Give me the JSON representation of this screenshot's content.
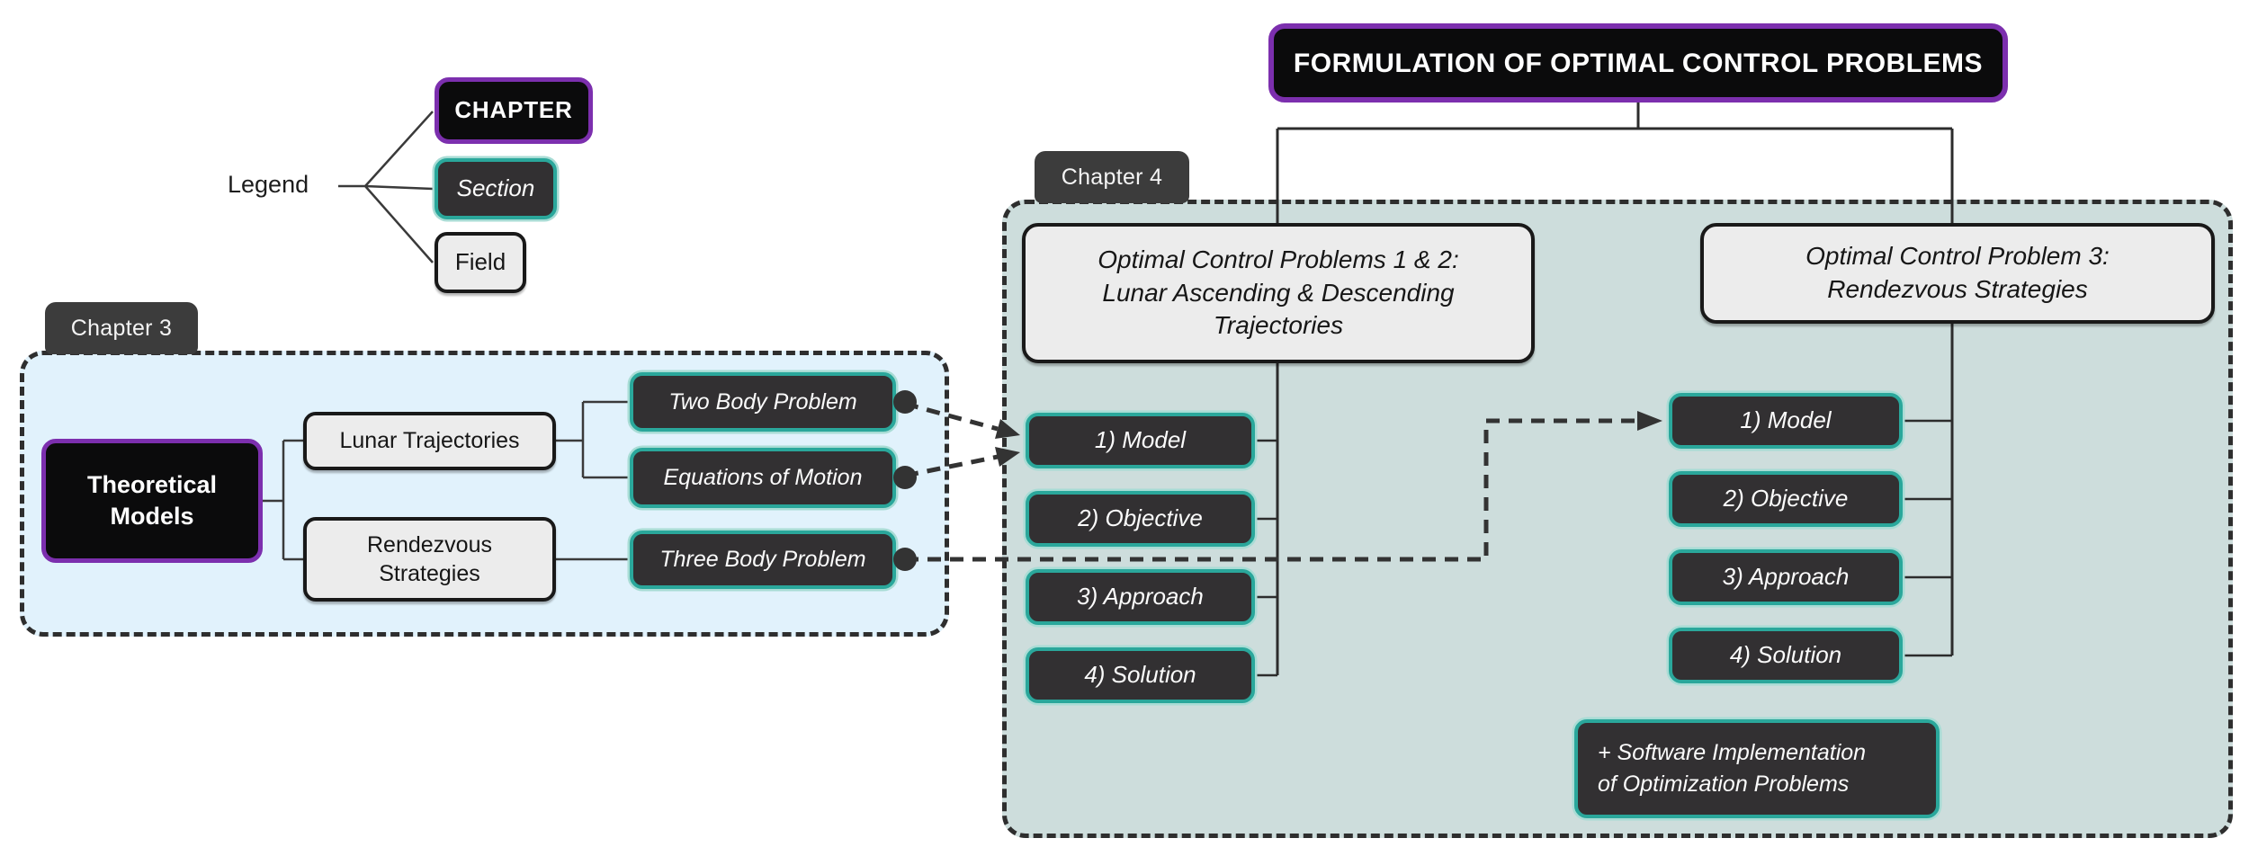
{
  "title": "FORMULATION OF OPTIMAL CONTROL PROBLEMS",
  "legend": {
    "label": "Legend",
    "chapter": "CHAPTER",
    "section": "Section",
    "field": "Field"
  },
  "chapter3": {
    "tab": "Chapter 3",
    "root": "Theoretical\nModels",
    "fields": [
      {
        "label": "Lunar Trajectories"
      },
      {
        "label": "Rendezvous\nStrategies"
      }
    ],
    "sections": [
      {
        "label": "Two Body Problem"
      },
      {
        "label": "Equations of Motion"
      },
      {
        "label": "Three Body Problem"
      }
    ]
  },
  "chapter4": {
    "tab": "Chapter 4",
    "sections": [
      {
        "label": "Optimal Control Problems 1 & 2:\nLunar Ascending & Descending\nTrajectories"
      },
      {
        "label": "Optimal Control Problem 3:\nRendezvous Strategies"
      }
    ],
    "left_steps": [
      "1) Model",
      "2) Objective",
      "3) Approach",
      "4) Solution"
    ],
    "right_steps": [
      "1) Model",
      "2) Objective",
      "3) Approach",
      "4) Solution"
    ],
    "note": "+ Software Implementation\nof Optimization Problems"
  },
  "colors": {
    "chapter_border": "#7C2FAE",
    "section_border": "#2AA79B",
    "box_dark": "#323032",
    "tab_bg": "#3C3C3C",
    "chapter3_bg": "#E1F2FC",
    "chapter4_bg": "#CDDDDC",
    "field_bg": "#ECECEC",
    "line": "#333333"
  }
}
